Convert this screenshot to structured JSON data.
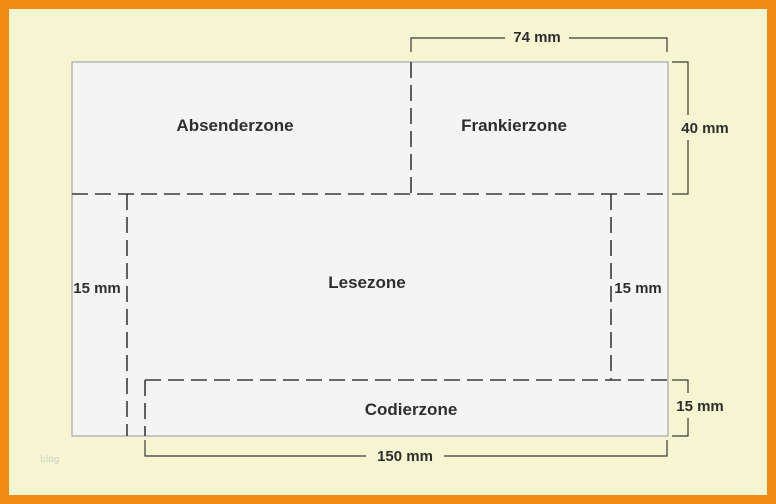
{
  "zones": {
    "absender": "Absenderzone",
    "frankier": "Frankierzone",
    "lese": "Lesezone",
    "codier": "Codierzone"
  },
  "dimensions": {
    "frankier_width": "74 mm",
    "frankier_height": "40 mm",
    "left_margin": "15 mm",
    "right_margin": "15 mm",
    "codier_height": "15 mm",
    "codier_width": "150 mm"
  },
  "watermark": "blog",
  "colors": {
    "border": "#f08a12",
    "background": "#f6f5d2",
    "envelope": "#f4f4f4",
    "line": "#3a3a3a"
  }
}
